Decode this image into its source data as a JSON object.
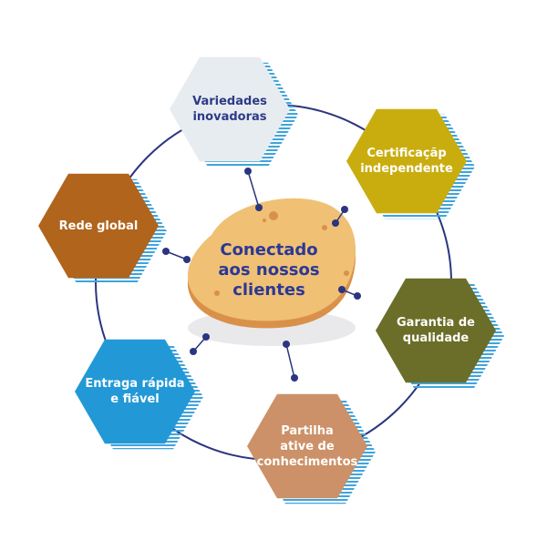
{
  "center": {
    "lines": [
      "Conectado",
      "aos nossos",
      "clientes"
    ]
  },
  "nodes": [
    {
      "id": "variedades",
      "lines": [
        "Variedades",
        "inovadoras"
      ],
      "fill": "#e7ecf1",
      "text_color": "#2e3a87",
      "icon": "hexagon-icon"
    },
    {
      "id": "certificacao",
      "lines": [
        "Certificaçãp",
        "independente"
      ],
      "fill": "#c9ad0f",
      "text_color": "#ffffff",
      "icon": "hexagon-icon"
    },
    {
      "id": "garantia",
      "lines": [
        "Garantia de",
        "qualidade"
      ],
      "fill": "#6b6e28",
      "text_color": "#ffffff",
      "icon": "hexagon-icon"
    },
    {
      "id": "partilha",
      "lines": [
        "Partilha",
        "ative de",
        "conhecimentos"
      ],
      "fill": "#cc9168",
      "text_color": "#ffffff",
      "icon": "hexagon-icon"
    },
    {
      "id": "entrega",
      "lines": [
        "Entraga rápida",
        "e fiável"
      ],
      "fill": "#2299d6",
      "text_color": "#ffffff",
      "icon": "hexagon-icon"
    },
    {
      "id": "rede",
      "lines": [
        "Rede global"
      ],
      "fill": "#b0641c",
      "text_color": "#ffffff",
      "icon": "hexagon-icon"
    }
  ],
  "colors": {
    "ring": "#2b3580",
    "stripe": "#3fa4dc",
    "potato": "#f0c074",
    "potato_shadow": "#d9914a",
    "potato_spot": "#d9914a",
    "ground_shadow": "#e9e9ec",
    "center_text": "#2b3896"
  }
}
